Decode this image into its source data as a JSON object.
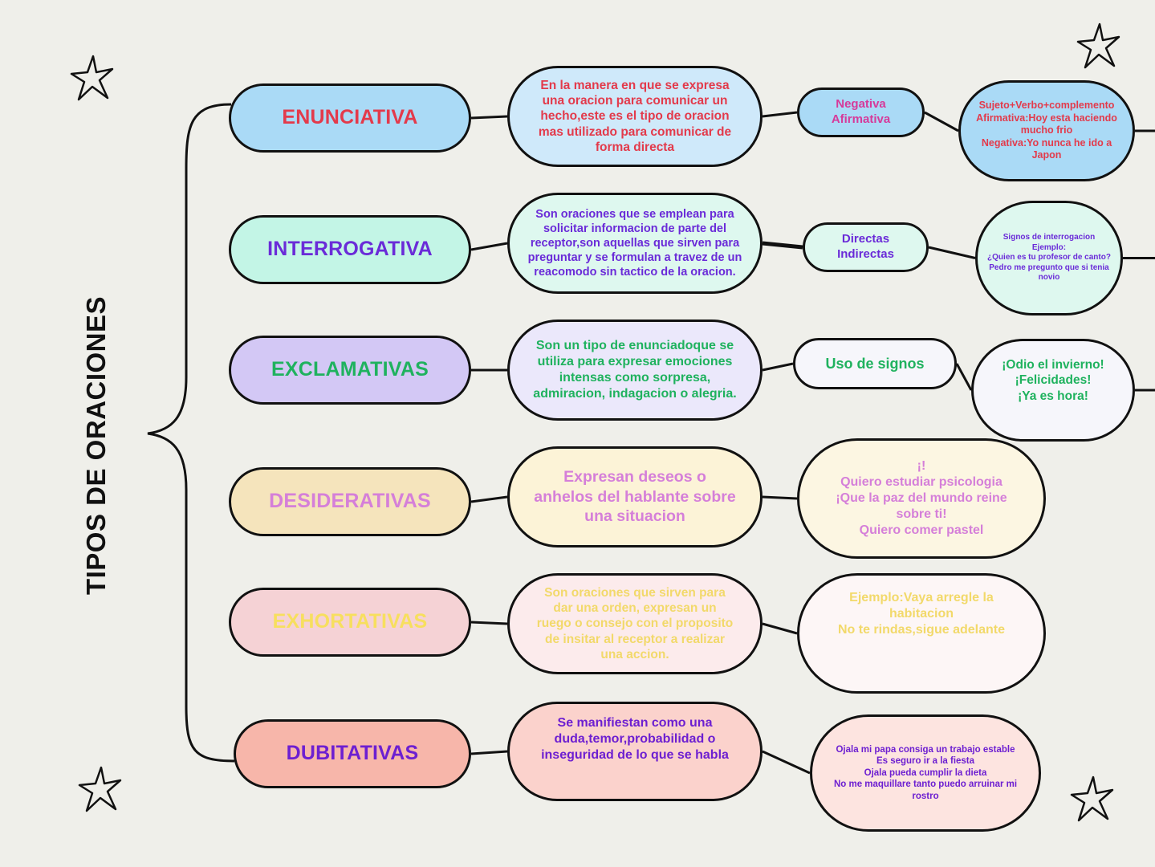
{
  "title": "TIPOS DE ORACIONES",
  "icons": [
    "star-icon"
  ],
  "rows": [
    {
      "category": "ENUNCIATIVA",
      "category_color": "#e33a4b",
      "category_fill": "#aadaf6",
      "description": [
        "En la manera en que se expresa",
        "una oracion para comunicar un",
        "hecho,este es el tipo de oracion",
        "mas utilizado para comunicar de",
        "forma directa"
      ],
      "description_color": "#e33a4b",
      "description_fill": "#cfe9fa",
      "subtype": [
        "Negativa",
        "Afirmativa"
      ],
      "subtype_color": "#d63a9a",
      "subtype_fill": "#aadaf6",
      "example": [
        "Sujeto+Verbo+complemento",
        "Afirmativa:Hoy esta haciendo",
        "mucho frio",
        "Negativa:Yo nunca he ido a",
        "Japon"
      ],
      "example_color": "#e33a4b",
      "example_fill": "#aadaf6"
    },
    {
      "category": "INTERROGATIVA",
      "category_color": "#6a2bd8",
      "category_fill": "#c3f5e6",
      "description": [
        "Son oraciones que se emplean para",
        "solicitar informacion de parte del",
        "receptor,son aquellas que sirven para",
        "preguntar y se formulan a travez de un",
        "reacomodo sin tactico de la oracion."
      ],
      "description_color": "#6a2bd8",
      "description_fill": "#def8ef",
      "subtype": [
        "Directas",
        "Indirectas"
      ],
      "subtype_color": "#6a2bd8",
      "subtype_fill": "#def8ef",
      "example": [
        "Signos de interrogacion",
        "Ejemplo:",
        "¿Quien es tu profesor de canto?",
        "Pedro me pregunto que si tenia",
        "novio"
      ],
      "example_color": "#6a2bd8",
      "example_fill": "#def8ef"
    },
    {
      "category": "EXCLAMATIVAS",
      "category_color": "#1fb25e",
      "category_fill": "#d3c8f5",
      "description": [
        "Son un tipo de enunciadoque se",
        "utiliza para expresar emociones",
        "intensas como sorpresa,",
        "admiracion, indagacion o alegria."
      ],
      "description_color": "#1fb25e",
      "description_fill": "#ebe8fb",
      "subtype": [
        "Uso de signos"
      ],
      "subtype_color": "#1fb25e",
      "subtype_fill": "#f6f6fb",
      "example": [
        "¡Odio el invierno!",
        "¡Felicidades!",
        "¡Ya es hora!"
      ],
      "example_color": "#1fb25e",
      "example_fill": "#f6f6fb"
    },
    {
      "category": "DESIDERATIVAS",
      "category_color": "#d57fd9",
      "category_fill": "#f5e4bc",
      "description": [
        "Expresan deseos o",
        "anhelos del hablante sobre",
        "una situacion"
      ],
      "description_color": "#d57fd9",
      "description_fill": "#fcf3d7",
      "subtype": [],
      "subtype_color": "#d57fd9",
      "subtype_fill": "#fcf3d7",
      "example": [
        "¡!",
        "Quiero estudiar psicologia",
        "¡Que la paz del mundo reine",
        "sobre ti!",
        "Quiero comer pastel"
      ],
      "example_color": "#d57fd9",
      "example_fill": "#fcf6e2"
    },
    {
      "category": "EXHORTATIVAS",
      "category_color": "#f7df5e",
      "category_fill": "#f5d2d5",
      "description": [
        "Son oraciones que sirven para",
        "dar una orden, expresan un",
        "ruego o consejo con el proposito",
        "de insitar al receptor a realizar",
        "una accion."
      ],
      "description_color": "#f2d96a",
      "description_fill": "#fcebec",
      "subtype": [],
      "subtype_color": "#f2d96a",
      "subtype_fill": "#fdf6f6",
      "example": [
        "Ejemplo:Vaya arregle la",
        "habitacion",
        "No te rindas,sigue adelante"
      ],
      "example_color": "#f2d96a",
      "example_fill": "#fdf6f6"
    },
    {
      "category": "DUBITATIVAS",
      "category_color": "#6d1fd1",
      "category_fill": "#f7b6aa",
      "description": [
        "Se manifiestan como una",
        "duda,temor,probabilidad o",
        "inseguridad de lo que se habla"
      ],
      "description_color": "#6d1fd1",
      "description_fill": "#fbd2cc",
      "subtype": [],
      "subtype_color": "#6d1fd1",
      "subtype_fill": "#fde4e0",
      "example": [
        "Ojala mi papa consiga un trabajo estable",
        "Es seguro ir a la fiesta",
        "Ojala pueda cumplir la dieta",
        "No me maquillare tanto puedo arruinar mi",
        "rostro"
      ],
      "example_color": "#6d1fd1",
      "example_fill": "#fde4e0"
    }
  ]
}
